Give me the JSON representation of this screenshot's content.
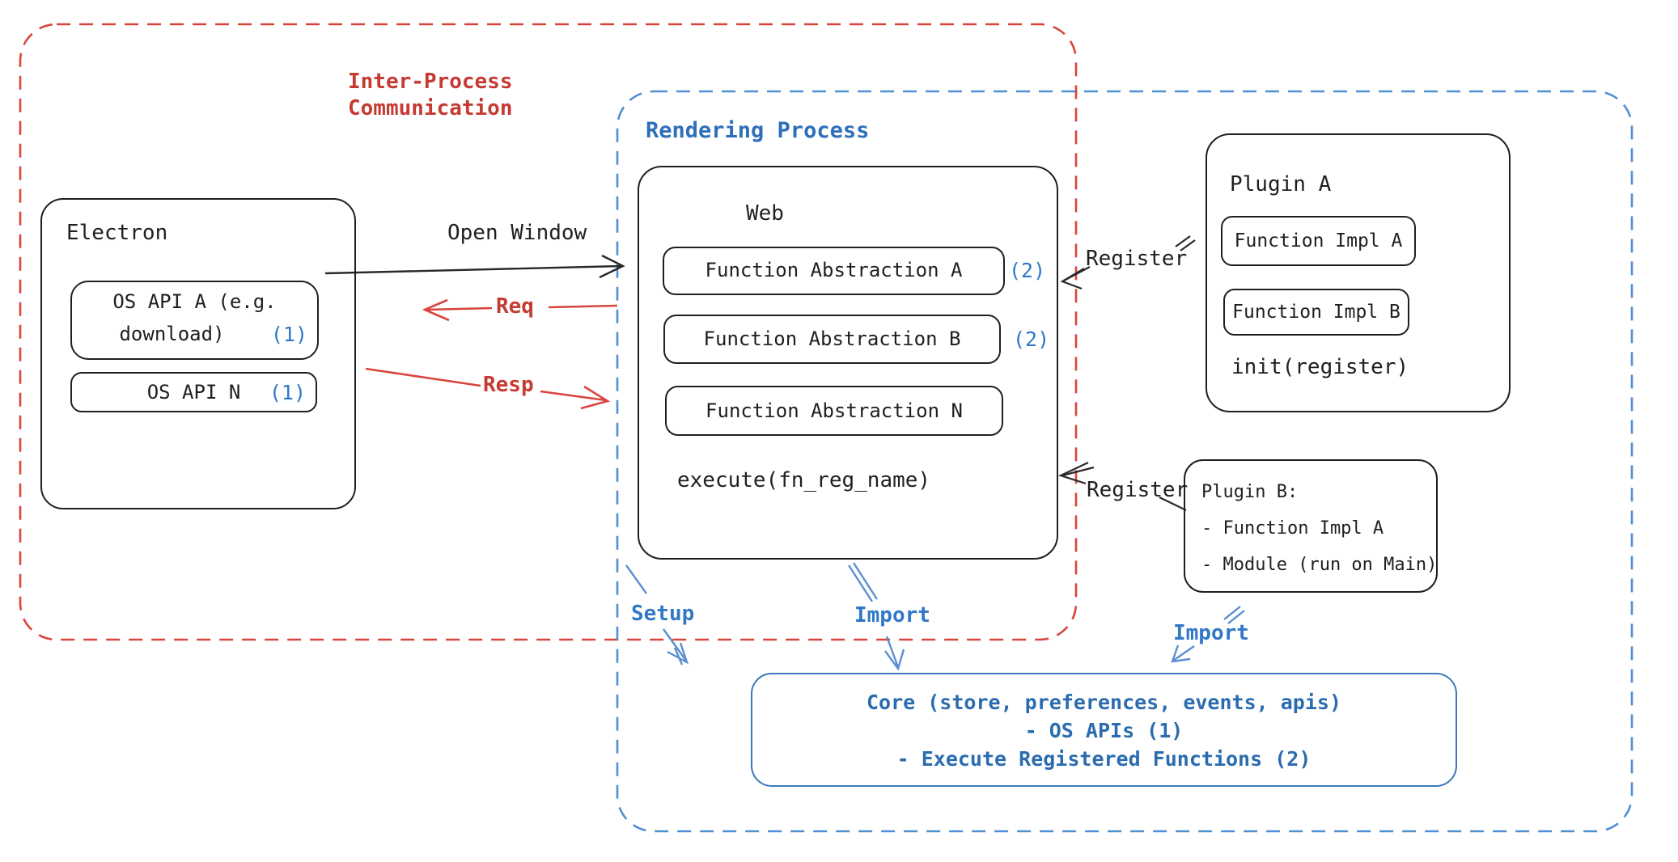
{
  "regions": {
    "ipc": {
      "label_line1": "Inter-Process",
      "label_line2": "Communication"
    },
    "rendering": {
      "label": "Rendering Process"
    }
  },
  "electron": {
    "title": "Electron",
    "api_a_line1": "OS API A (e.g.",
    "api_a_line2": "download)",
    "api_a_badge": "(1)",
    "api_n_label": "OS API N",
    "api_n_badge": "(1)"
  },
  "web": {
    "title": "Web",
    "abstraction_a": "Function Abstraction A",
    "abstraction_a_badge": "(2)",
    "abstraction_b": "Function Abstraction B",
    "abstraction_b_badge": "(2)",
    "abstraction_n": "Function Abstraction N",
    "footer": "execute(fn_reg_name)"
  },
  "plugin_a": {
    "title": "Plugin A",
    "impl_a": "Function Impl A",
    "impl_b": "Function Impl B",
    "footer": "init(register)"
  },
  "plugin_b": {
    "line1": "Plugin B:",
    "line2": "- Function Impl A",
    "line3": "- Module (run on Main)"
  },
  "core": {
    "line1": "Core (store, preferences, events, apis)",
    "line2": "- OS APIs (1)",
    "line3": "- Execute Registered Functions (2)"
  },
  "connectors": {
    "open_window": "Open Window",
    "req": "Req",
    "resp": "Resp",
    "register_plugin_a": "Register",
    "register_plugin_b": "Register",
    "setup": "Setup",
    "import_web": "Import",
    "import_plugin_b": "Import"
  },
  "colors": {
    "ink": "#1f1f1f",
    "red_region": "#d9453c",
    "red_text": "#c53b32",
    "blue_region": "#4f8fd2",
    "blue_heading": "#2e6fba",
    "blue_badge": "#2f78c8",
    "blue_core": "#2b6cb0",
    "blue_connector": "#5b8fd0"
  }
}
